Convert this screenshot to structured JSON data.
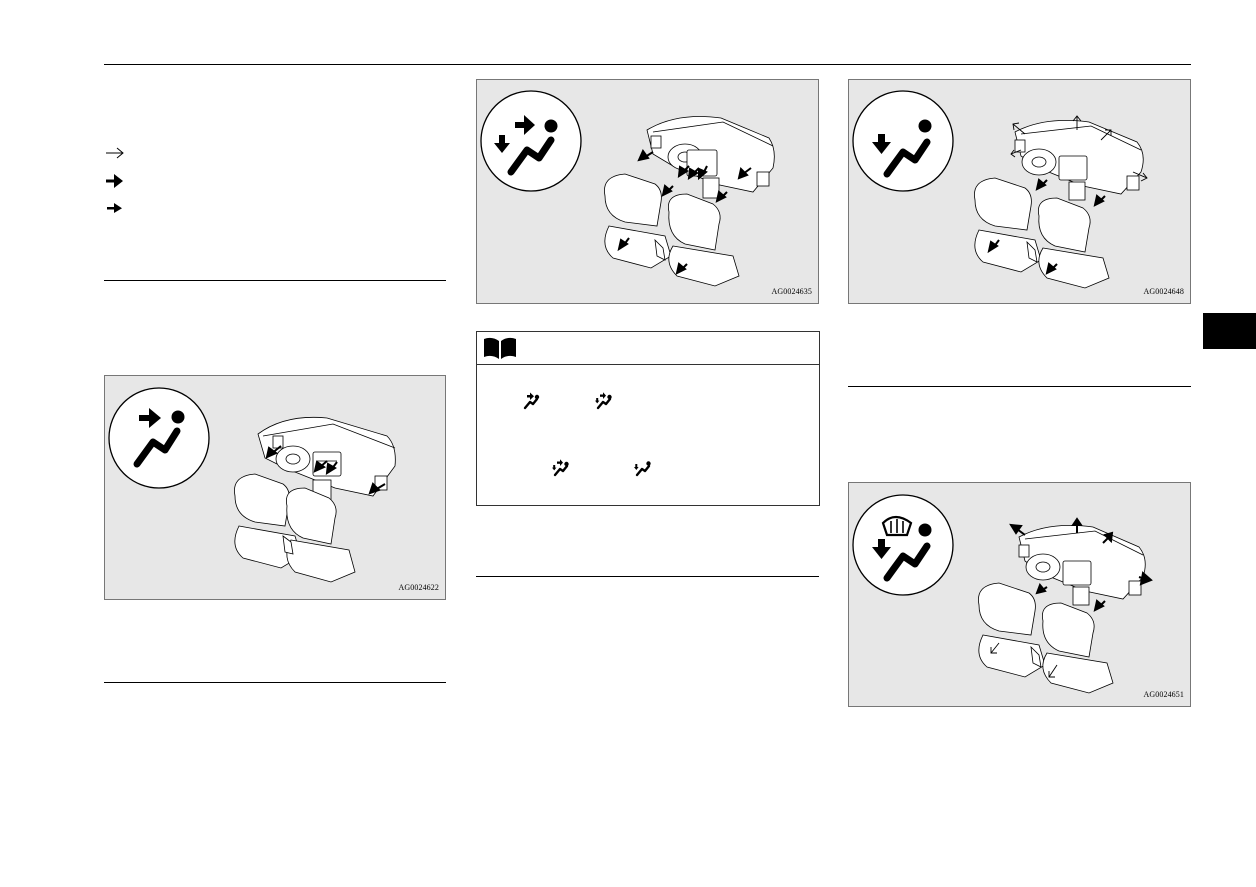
{
  "figures": {
    "face_vent": {
      "code": "AG0024622",
      "mode_icon": "face-mode-icon"
    },
    "bi_level": {
      "code": "AG0024635",
      "mode_icon": "bi-level-mode-icon"
    },
    "foot": {
      "code": "AG0024648",
      "mode_icon": "foot-mode-icon"
    },
    "foot_defrost": {
      "code": "AG0024651",
      "mode_icon": "foot-defroster-mode-icon"
    }
  },
  "legend": [
    {
      "icon": "outline-arrow-icon"
    },
    {
      "icon": "solid-arrow-icon"
    },
    {
      "icon": "small-solid-arrow-icon"
    }
  ],
  "note": {
    "icon": "open-book-icon"
  },
  "colors": {
    "figure_bg": "#e7e7e7",
    "ink": "#000000",
    "thumb_tab": "#000000"
  }
}
